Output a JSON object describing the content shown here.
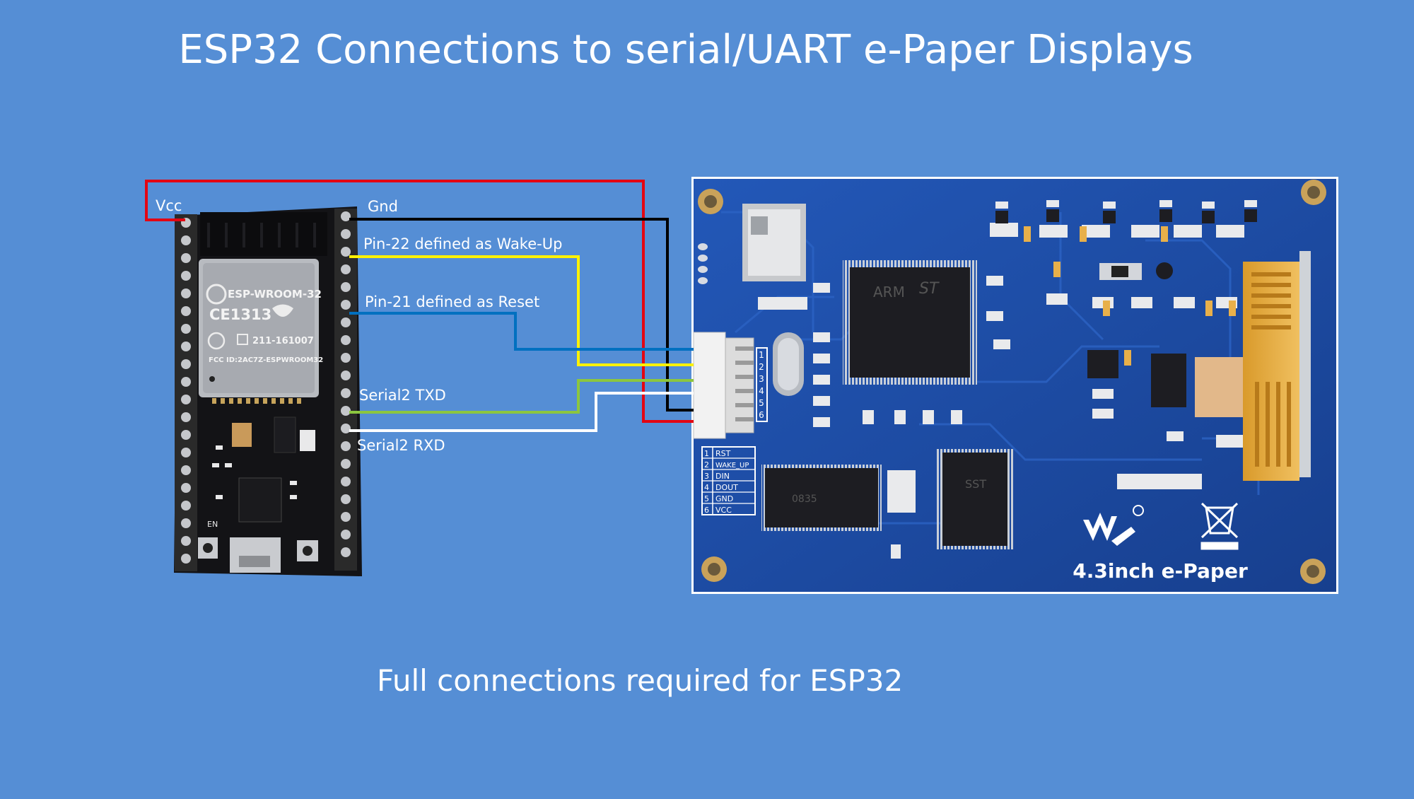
{
  "slide": {
    "title": "ESP32 Connections to serial/UART e-Paper Displays",
    "caption": "Full connections required for ESP32",
    "background": "#558ed5"
  },
  "wires": [
    {
      "name": "vcc",
      "label": "Vcc",
      "color": "#e30613"
    },
    {
      "name": "gnd",
      "label": "Gnd",
      "color": "#000000"
    },
    {
      "name": "wake",
      "label": "Pin-22 defined as Wake-Up",
      "color": "#fff200"
    },
    {
      "name": "reset",
      "label": "Pin-21 defined as Reset",
      "color": "#0070c0"
    },
    {
      "name": "txd",
      "label": "Serial2 TXD",
      "color": "#8cc63f"
    },
    {
      "name": "rxd",
      "label": "Serial2 RXD",
      "color": "#ffffff"
    }
  ],
  "esp32": {
    "module_name": "ESP-WROOM-32",
    "ce_mark": "CE1313",
    "cert_code": "211-161007",
    "fcc_id": "FCC ID:2AC7Z-ESPWROOM32",
    "en_label": "EN"
  },
  "epaper": {
    "product_name": "4.3inch e-Paper",
    "connector_numbers": [
      "1",
      "2",
      "3",
      "4",
      "5",
      "6"
    ],
    "pin_table": [
      {
        "num": "1",
        "name": "RST"
      },
      {
        "num": "2",
        "name": "WAKE_UP"
      },
      {
        "num": "3",
        "name": "DIN"
      },
      {
        "num": "4",
        "name": "DOUT"
      },
      {
        "num": "5",
        "name": "GND"
      },
      {
        "num": "6",
        "name": "VCC"
      }
    ],
    "board_color": "#1f4fa8",
    "trace_color": "#2a5fbf"
  }
}
